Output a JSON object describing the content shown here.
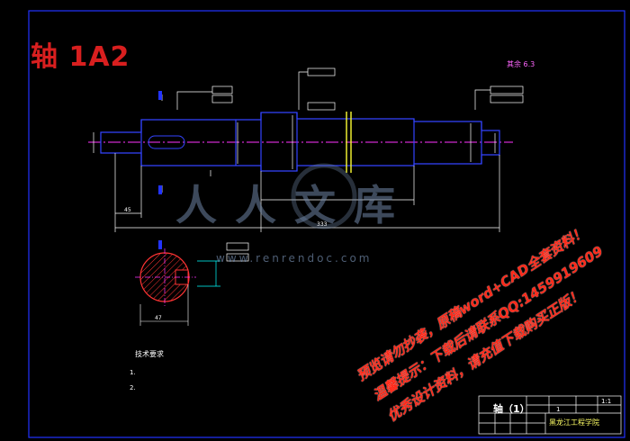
{
  "drawing": {
    "sheet_title": "轴 1A2",
    "roughness_note": "其余",
    "roughness_value": "6.3",
    "tech_title": "技术要求",
    "tech_items": [
      "1.",
      "2."
    ],
    "dims": {
      "overall": "333",
      "left": "45",
      "section_width": "47"
    }
  },
  "title_block": {
    "part_name": "轴（1）",
    "scale": "1:1",
    "qty": "1",
    "school": "黑龙江工程学院"
  },
  "watermarks": {
    "line1": "预览请勿抄袭，原稿word+CAD全套资料！",
    "line2": "温馨提示：下载后请联系QQ:1459919609",
    "line3": "优秀设计资料，请充值下载购买正版！",
    "brand": "人人文库",
    "brand_url": "www.renrendoc.com"
  },
  "colors": {
    "frame": "#2233ff",
    "outline": "#3344ff",
    "dimension": "#ffffff",
    "centerline": "#ff33ff",
    "hatch": "#ff3333",
    "leader": "#00ffff",
    "watermark": "#ff2a1a"
  }
}
